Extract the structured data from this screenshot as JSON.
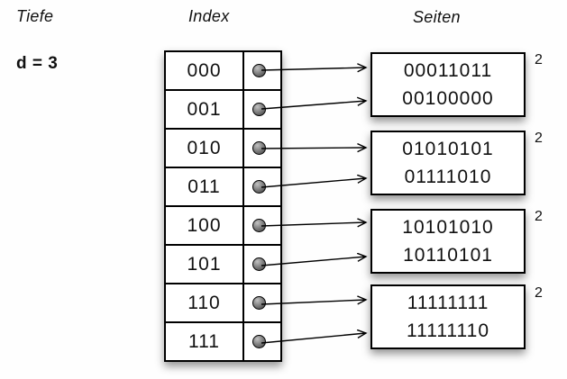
{
  "labels": {
    "tiefe": "Tiefe",
    "index": "Index",
    "seiten": "Seiten"
  },
  "depth": {
    "value": "d = 3"
  },
  "index": {
    "rows": [
      "000",
      "001",
      "010",
      "011",
      "100",
      "101",
      "110",
      "111"
    ]
  },
  "pages": [
    {
      "line1": "00011011",
      "line2": "00100000",
      "local_depth": "2"
    },
    {
      "line1": "01010101",
      "line2": "01111010",
      "local_depth": "2"
    },
    {
      "line1": "10101010",
      "line2": "10110101",
      "local_depth": "2"
    },
    {
      "line1": "11111111",
      "line2": "11111110",
      "local_depth": "2"
    }
  ],
  "mapping": [
    {
      "from": "000",
      "to_page": 1
    },
    {
      "from": "001",
      "to_page": 1
    },
    {
      "from": "010",
      "to_page": 2
    },
    {
      "from": "011",
      "to_page": 2
    },
    {
      "from": "100",
      "to_page": 3
    },
    {
      "from": "101",
      "to_page": 3
    },
    {
      "from": "110",
      "to_page": 4
    },
    {
      "from": "111",
      "to_page": 4
    }
  ],
  "colors": {
    "border": "#000000",
    "page_fill": "#ffffff",
    "dot_fill": "#6e6e6e",
    "background": "#fefefe"
  }
}
